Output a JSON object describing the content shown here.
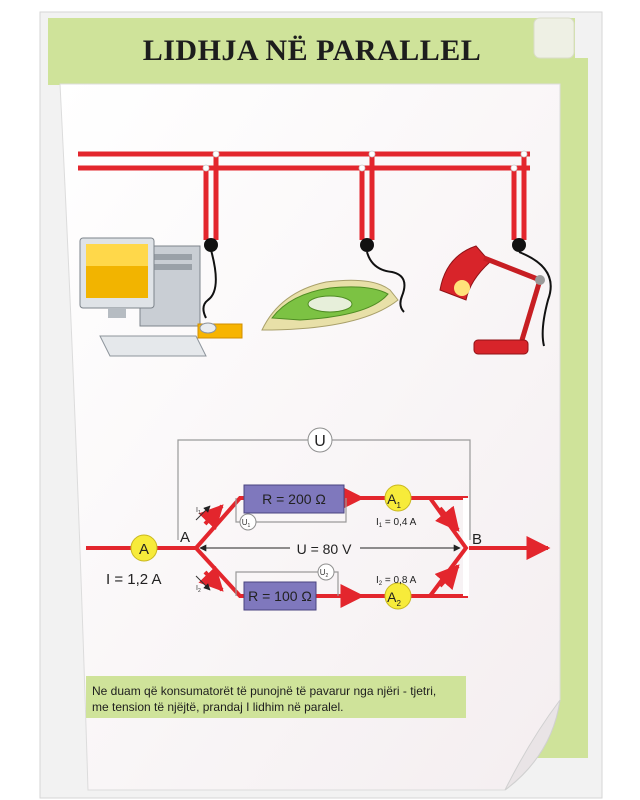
{
  "title": "LIDHJA NË PARALLEL",
  "circuit": {
    "voltmeter_top": "U",
    "node_a": "A",
    "node_b": "B",
    "ammeter_main": "A",
    "main_current": "I = 1,2 A",
    "voltage_label": "U = 80 V",
    "branch1": {
      "resistor": "R = 200 Ω",
      "ammeter_letter": "A",
      "ammeter_sub": "1",
      "current_prefix": "I",
      "current_sub": "1",
      "current_value": " = 0,4 A",
      "voltmeter_letter": "U",
      "voltmeter_sub": "1",
      "arrow_letter": "I",
      "arrow_sub": "1"
    },
    "branch2": {
      "resistor": "R = 100 Ω",
      "ammeter_letter": "A",
      "ammeter_sub": "2",
      "current_prefix": "I",
      "current_sub": "2",
      "current_value": " = 0,8 A",
      "voltmeter_letter": "U",
      "voltmeter_sub": "2",
      "arrow_letter": "I",
      "arrow_sub": "2"
    }
  },
  "caption": {
    "line1": "Ne duam që konsumatorët të punojnë të pavarur nga njëri - tjetri,",
    "line2": "me tension të njëjtë, prandaj I lidhim në paralel."
  },
  "colors": {
    "accent_green": "#cfe39a",
    "wire_red": "#e3262d",
    "resistor_purple": "#7f78bd",
    "meter_yellow": "#f7eb3a"
  },
  "icons": [
    "computer-icon",
    "iron-icon",
    "desk-lamp-icon"
  ]
}
